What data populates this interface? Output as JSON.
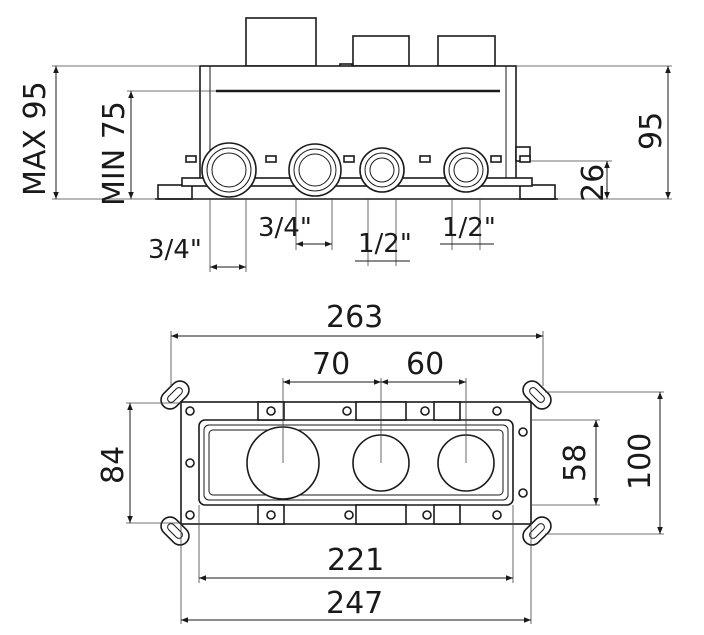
{
  "side_view": {
    "max_label": "MAX 95",
    "min_label": "MIN 75",
    "height_label": "95",
    "small_height_label": "26",
    "port_labels": [
      "3/4\"",
      "3/4\"",
      "1/2\"",
      "1/2\""
    ]
  },
  "top_view": {
    "overall_width": "263",
    "spacing_left": "70",
    "spacing_right": "60",
    "height_left": "84",
    "height_inner": "58",
    "height_outer": "100",
    "inner_width": "221",
    "outer_width": "247"
  }
}
